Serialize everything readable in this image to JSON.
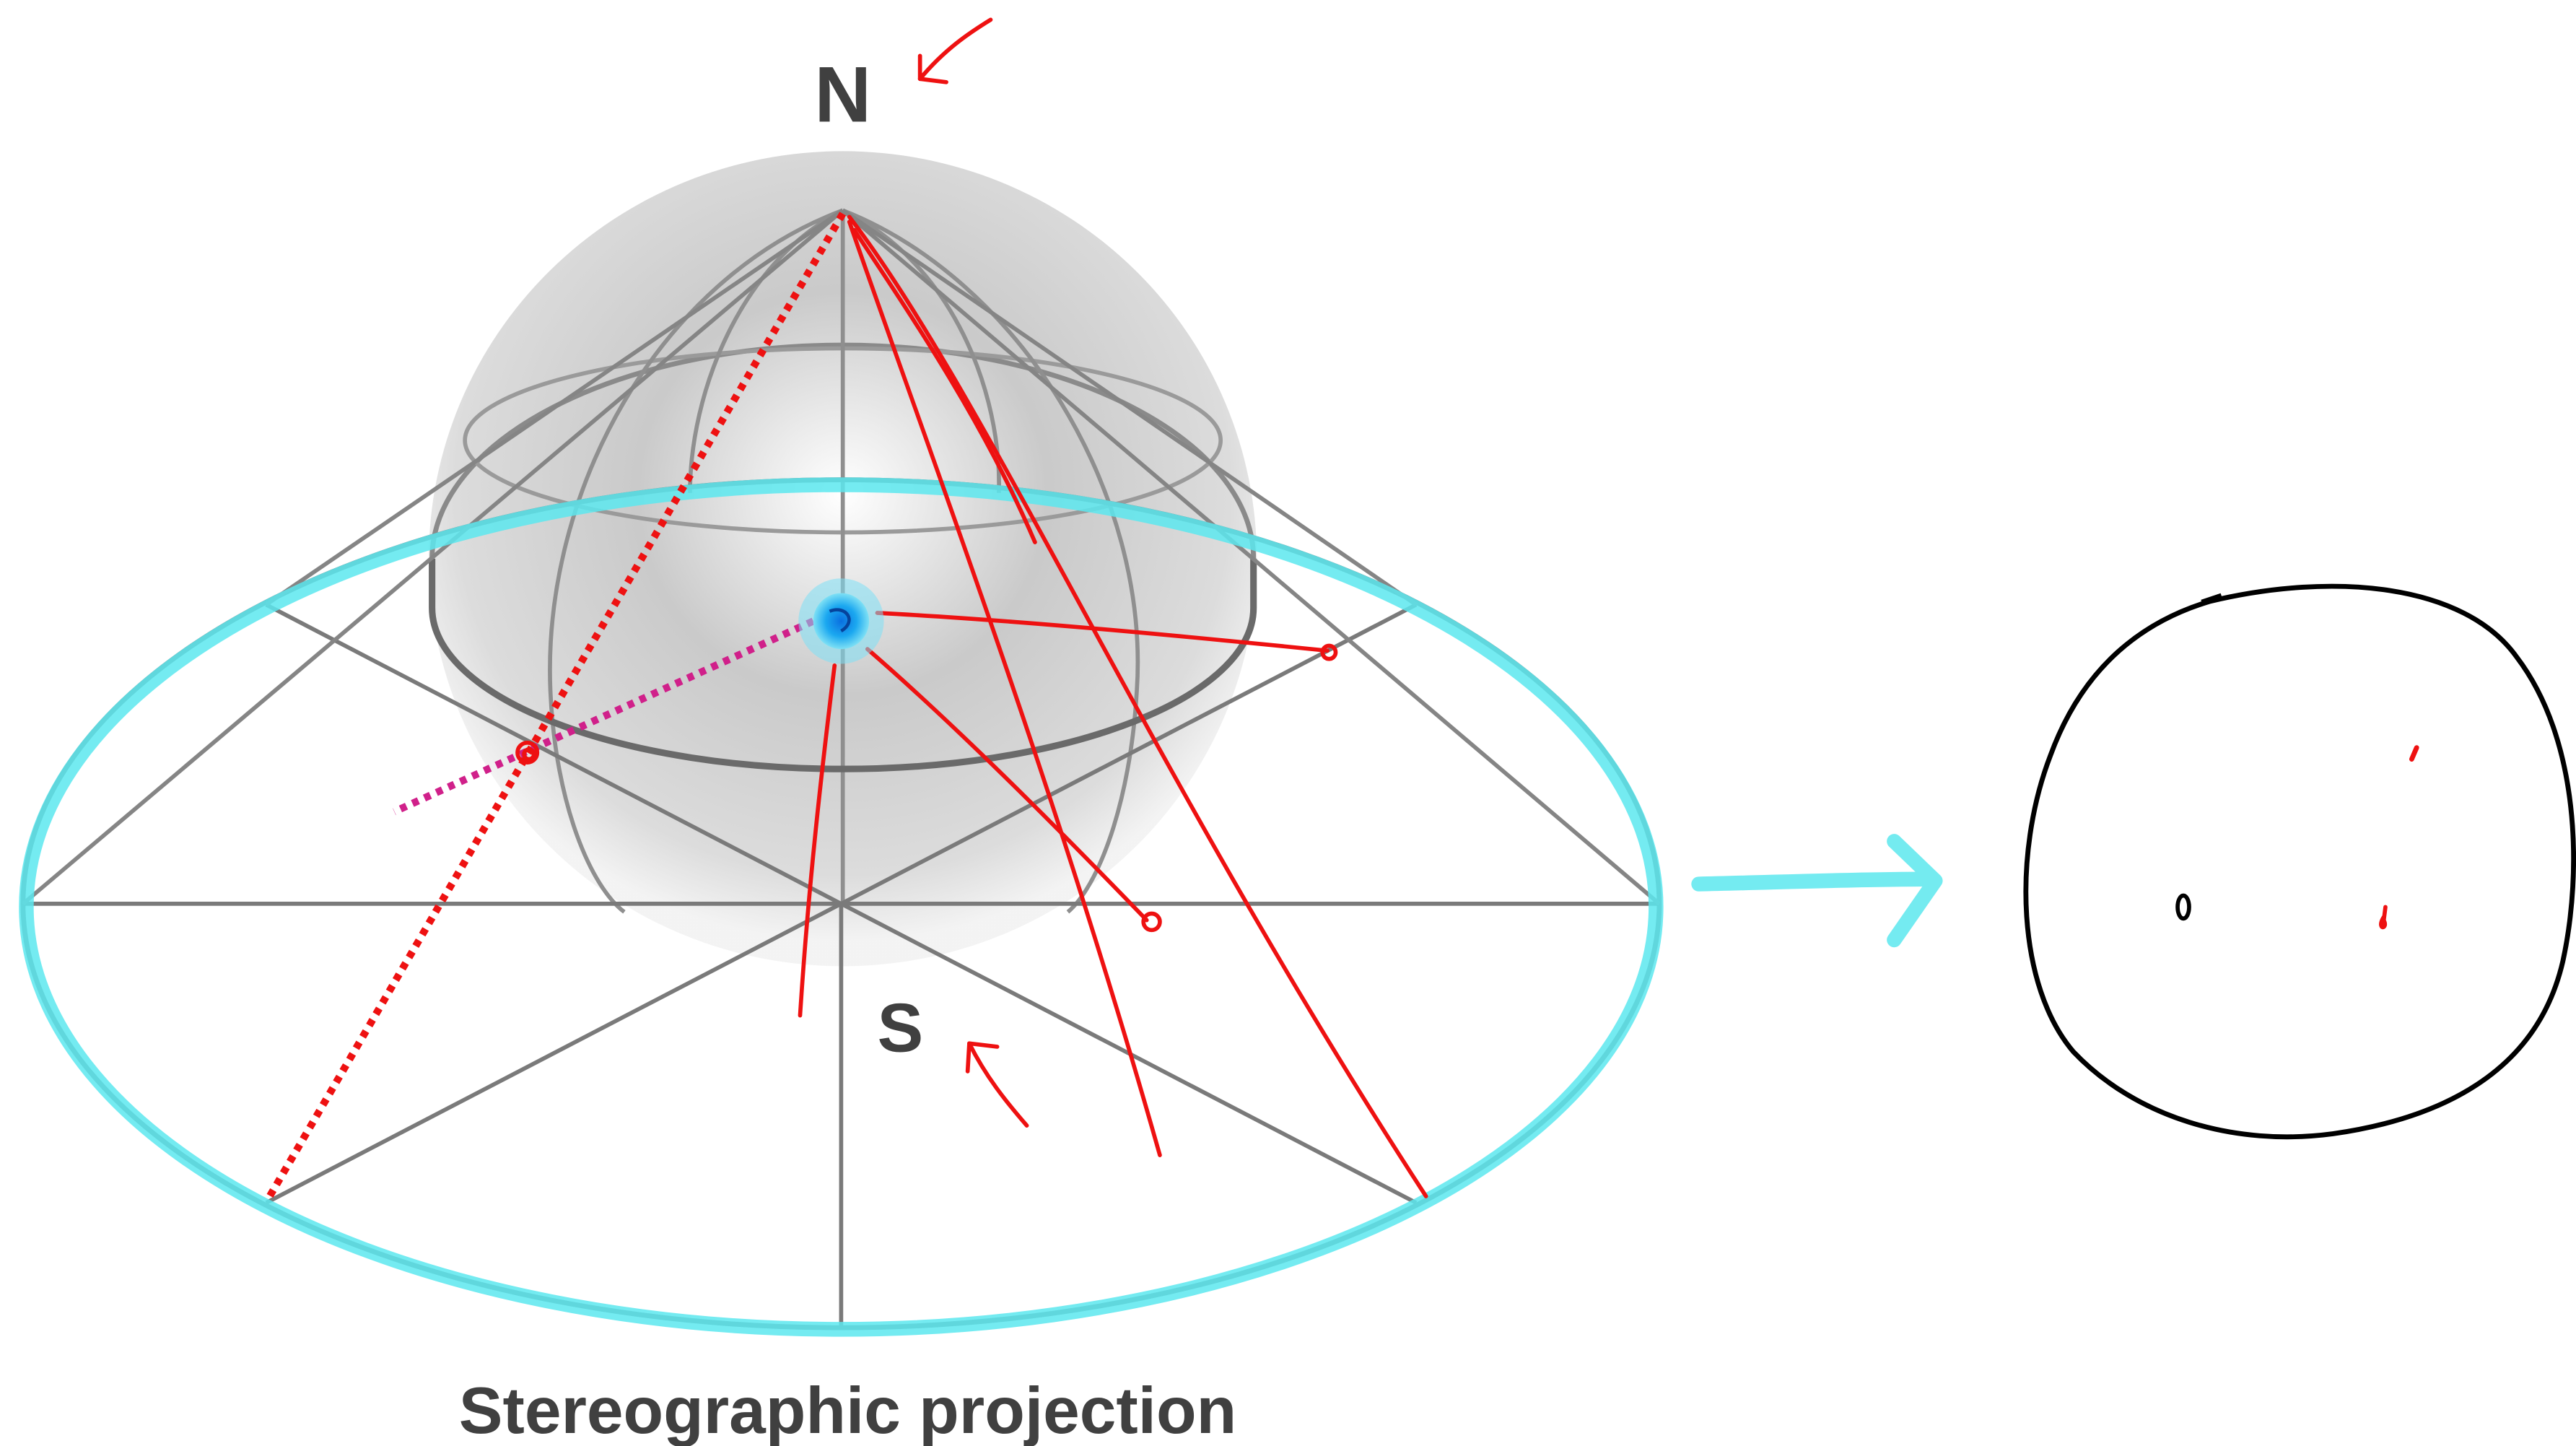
{
  "diagram": {
    "pole_north_label": "N",
    "pole_south_label": "S",
    "caption": "Stereographic projection"
  },
  "colors": {
    "wireframe": "#808080",
    "annotation_red": "#ee1111",
    "highlight_cyan": "#5ce8ee",
    "center_point_blue": "#1a8fe6",
    "magenta_ray": "#d0208a",
    "label_text": "#404040",
    "ink_black": "#000000"
  },
  "icons": {
    "right_arrow": "arrow-right-icon",
    "north_marker": "arrow-icon",
    "south_marker": "arrow-icon"
  }
}
